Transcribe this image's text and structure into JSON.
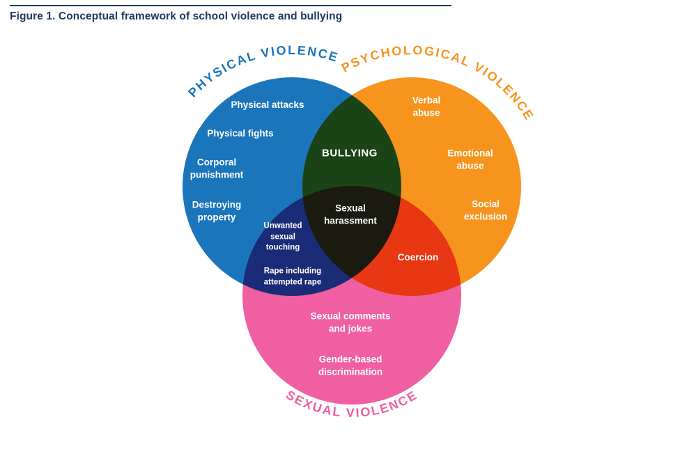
{
  "figure": {
    "title": "Figure 1. Conceptual framework of school violence and bullying"
  },
  "palette": {
    "background": "#FFFFFF",
    "title_text": "#1F3864",
    "physical_blue": "#1B75BB",
    "psychological_orange": "#F7941D",
    "sexual_pink": "#EF5FA2",
    "label_text": "#FFFFFF"
  },
  "venn": {
    "arc_labels": {
      "physical": "PHYSICAL VIOLENCE",
      "psychological": "PSYCHOLOGICAL VIOLENCE",
      "sexual": "SEXUAL VIOLENCE"
    },
    "labels": {
      "physical_attacks": "Physical attacks",
      "physical_fights": "Physical fights",
      "corporal_punishment": "Corporal\npunishment",
      "destroying_property": "Destroying\nproperty",
      "verbal_abuse": "Verbal\nabuse",
      "emotional_abuse": "Emotional\nabuse",
      "social_exclusion": "Social\nexclusion",
      "bullying": "BULLYING",
      "sexual_harassment": "Sexual\nharassment",
      "unwanted_sexual_touching": "Unwanted\nsexual\ntouching",
      "rape_including_attempted_rape": "Rape including\nattempted rape",
      "coercion": "Coercion",
      "sexual_comments_and_jokes": "Sexual comments\nand jokes",
      "gender_based_discrimination": "Gender-based\ndiscrimination"
    }
  }
}
